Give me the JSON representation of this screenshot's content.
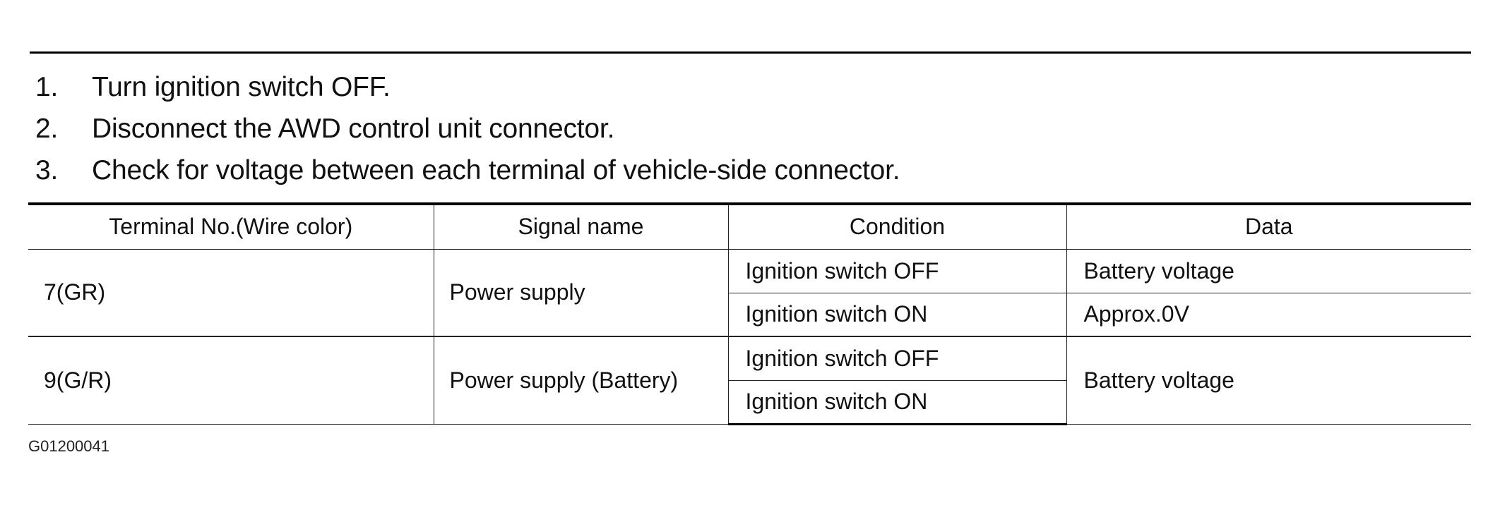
{
  "steps": [
    {
      "num": "1.",
      "text": "Turn ignition switch OFF."
    },
    {
      "num": "2.",
      "text": "Disconnect the AWD control unit connector."
    },
    {
      "num": "3.",
      "text": "Check for voltage between each terminal of vehicle-side connector."
    }
  ],
  "table": {
    "headers": [
      "Terminal No.(Wire color)",
      "Signal name",
      "Condition",
      "Data"
    ],
    "rows": [
      {
        "terminal": "7(GR)",
        "signal": "Power supply",
        "conditions": [
          "Ignition switch OFF",
          "Ignition switch ON"
        ],
        "data": [
          "Battery voltage",
          "Approx.0V"
        ]
      },
      {
        "terminal": "9(G/R)",
        "signal": "Power supply (Battery)",
        "conditions": [
          "Ignition switch OFF",
          "Ignition switch ON"
        ],
        "data": [
          "Battery voltage"
        ]
      }
    ]
  },
  "figure_code": "G01200041"
}
